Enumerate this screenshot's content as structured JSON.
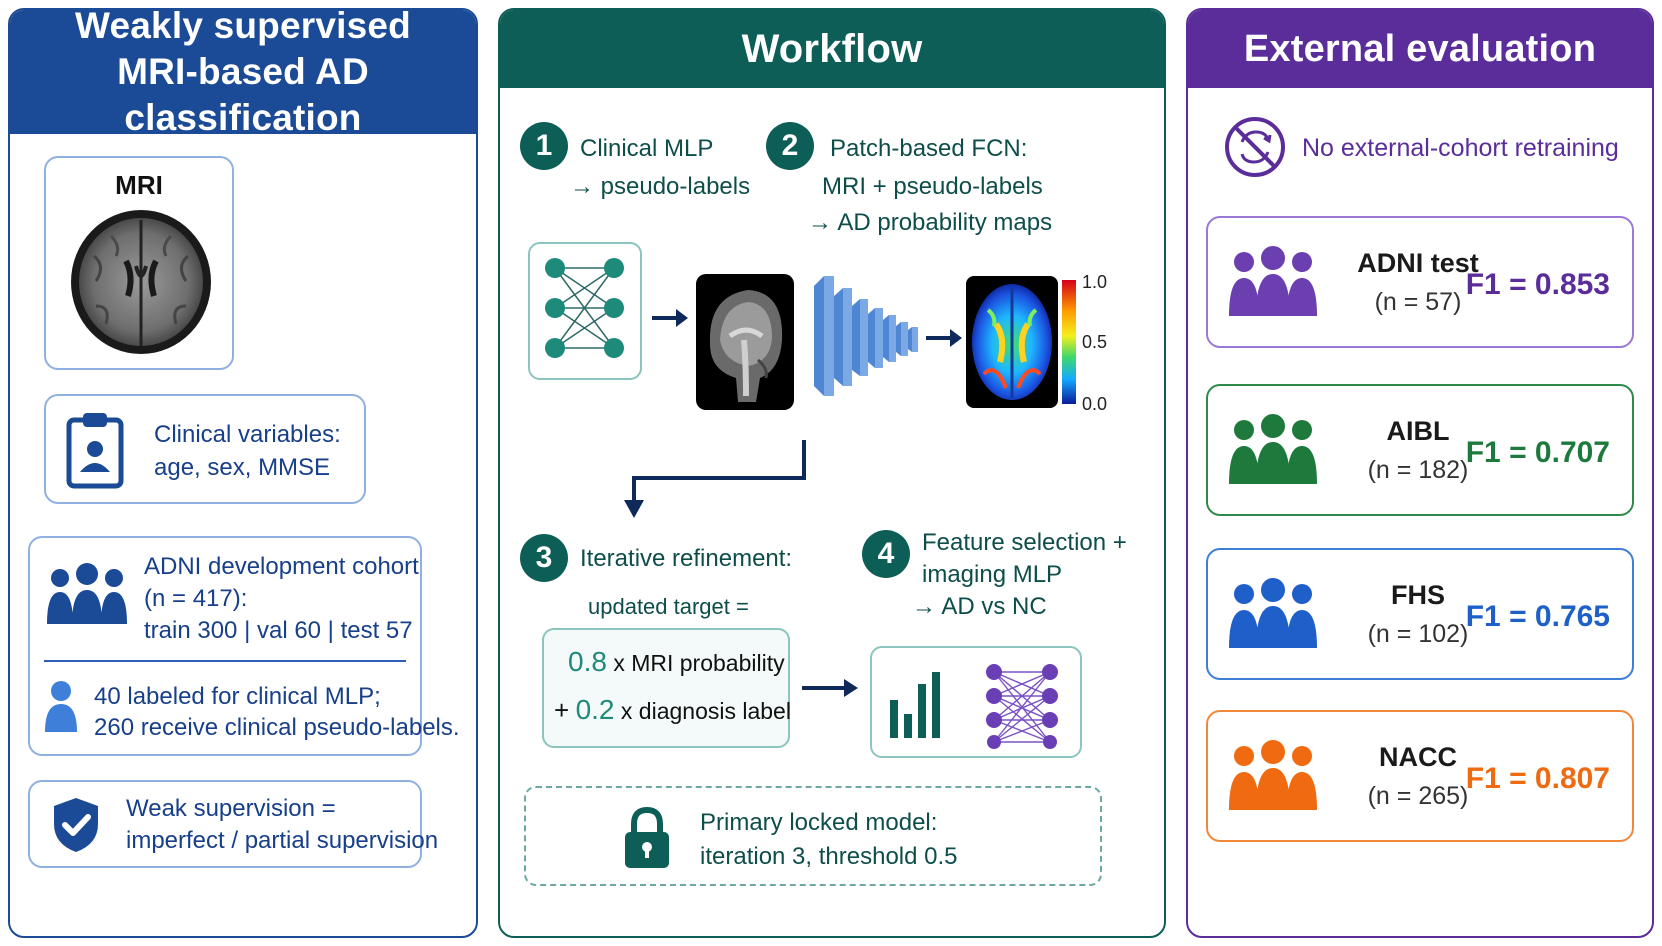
{
  "left": {
    "title_line1": "Weakly supervised",
    "title_line2": "MRI-based AD classification",
    "mri_label": "MRI",
    "clinical_line1": "Clinical variables:",
    "clinical_line2": "age, sex, MMSE",
    "cohort_line1": "ADNI development cohort",
    "cohort_line2": "(n = 417):",
    "cohort_line3": "train 300 | val 60 | test 57",
    "labeled_line1": "40 labeled for clinical MLP;",
    "labeled_line2": "260 receive clinical pseudo-labels.",
    "weak_line1": "Weak supervision =",
    "weak_line2": "imperfect / partial supervision"
  },
  "mid": {
    "title": "Workflow",
    "steps": [
      {
        "num": "1",
        "line1": "Clinical MLP",
        "line2": "→ pseudo-labels"
      },
      {
        "num": "2",
        "line1": "Patch-based FCN:",
        "line2": "MRI + pseudo-labels",
        "line3": "→ AD probability maps"
      },
      {
        "num": "3",
        "line1": "Iterative refinement:",
        "line2": "updated target ="
      },
      {
        "num": "4",
        "line1": "Feature selection +",
        "line2": "imaging MLP",
        "line3": "→ AD vs NC"
      }
    ],
    "colorbar_ticks": [
      "1.0",
      "0.5",
      "0.0"
    ],
    "formula_coef1": "0.8",
    "formula_rest1": "x MRI probability",
    "formula_op": "+",
    "formula_coef2": "0.2",
    "formula_rest2": "x diagnosis label",
    "locked_line1": "Primary locked model:",
    "locked_line2": "iteration 3, threshold 0.5"
  },
  "right": {
    "title": "External evaluation",
    "no_retrain": "No external-cohort retraining",
    "cohorts": [
      {
        "name": "ADNI test",
        "n": "(n = 57)",
        "f1": "F1 = 0.853",
        "color": "#6b3fb0"
      },
      {
        "name": "AIBL",
        "n": "(n = 182)",
        "f1": "F1 = 0.707",
        "color": "#1e7a3c"
      },
      {
        "name": "FHS",
        "n": "(n = 102)",
        "f1": "F1 = 0.765",
        "color": "#1e5fc9"
      },
      {
        "name": "NACC",
        "n": "(n = 265)",
        "f1": "F1 = 0.807",
        "color": "#ef6a10"
      }
    ]
  },
  "colors": {
    "blue": "#1b4a96",
    "teal": "#0e5e58",
    "purple": "#5b2d9a"
  }
}
